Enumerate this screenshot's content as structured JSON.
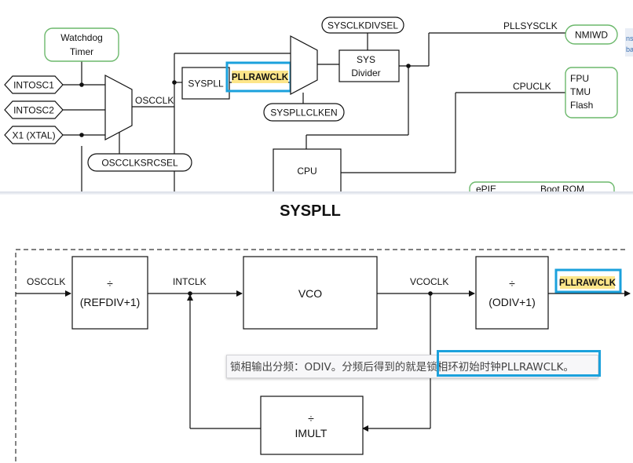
{
  "top_diagram": {
    "watchdog": "Watchdog\nTimer",
    "intosc1": "INTOSC1",
    "intosc2": "INTOSC2",
    "x1": "X1 (XTAL)",
    "oscclk": "OSCCLK",
    "oscclksrcsel": "OSCCLKSRCSEL",
    "syspll": "SYSPLL",
    "pllrawclk": "PLLRAWCLK",
    "syspllclken": "SYSPLLCLKEN",
    "sysclkdivsel": "SYSCLKDIVSEL",
    "sys_divider": "SYS\nDivider",
    "pllsysclk": "PLLSYSCLK",
    "nmiwd": "NMIWD",
    "cpuclk": "CPUCLK",
    "fpu_block": "FPU\nTMU\nFlash",
    "cpu": "CPU",
    "epie": "ePIE",
    "bootrom": "Boot ROM"
  },
  "section_title": "SYSPLL",
  "bottom_diagram": {
    "oscclk": "OSCCLK",
    "refdiv_symbol": "÷",
    "refdiv": "(REFDIV+1)",
    "intclk": "INTCLK",
    "vco": "VCO",
    "vcoclk": "VCOCLK",
    "odiv_symbol": "÷",
    "odiv": "(ODIV+1)",
    "pllrawclk": "PLLRAWCLK",
    "imult_symbol": "÷",
    "imult": "IMULT"
  },
  "annotation": "锁相输出分频：ODIV。分频后得到的就是锁相环初始时钟PLLRAWCLK。",
  "colors": {
    "highlight_border": "#1ba1dc",
    "label_highlight": "#fde68a",
    "green_box": "#6cb86c"
  }
}
